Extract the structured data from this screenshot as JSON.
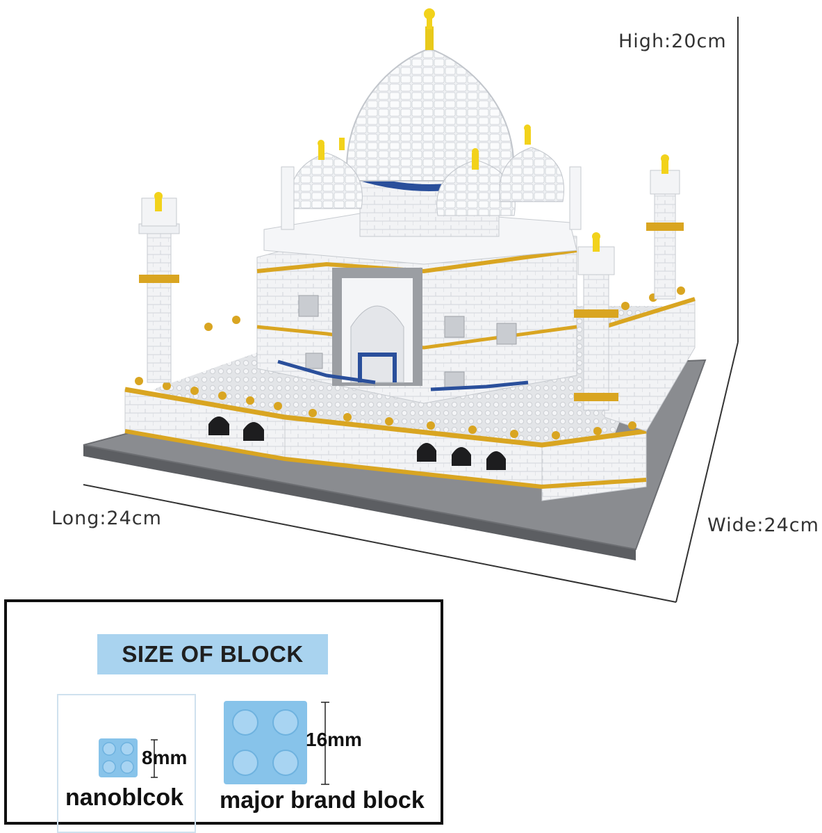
{
  "dimensions": {
    "high": "High:20cm",
    "long": "Long:24cm",
    "wide": "Wide:24cm"
  },
  "size_panel": {
    "title": "SIZE OF BLOCK",
    "nano": {
      "name": "nanoblcok",
      "size": "8mm"
    },
    "major": {
      "name": "major brand block",
      "size": "16mm"
    }
  },
  "colors": {
    "block_blue": "#87c3ea",
    "title_bg": "#a9d3ef",
    "gold_trim": "#d9a521",
    "navy_trim": "#2a4f9b",
    "base_gray": "#7d7f83"
  }
}
